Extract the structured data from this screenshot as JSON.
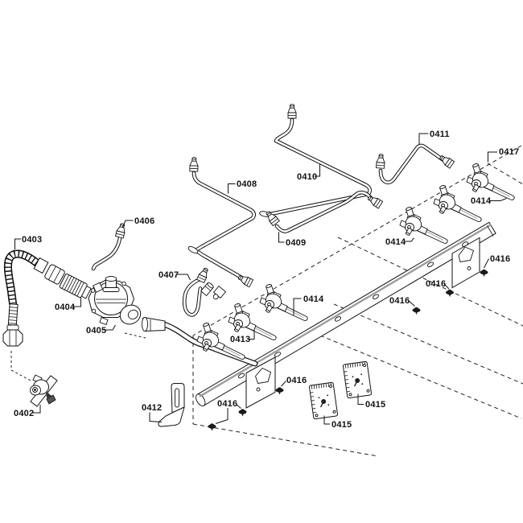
{
  "diagram": {
    "type": "exploded-parts-diagram",
    "subject": "gas cooktop manifold, valves and supply tubes",
    "colors": {
      "background": "#ffffff",
      "line": "#111111",
      "rail_shade": "#9c9c9c"
    },
    "part_labels": [
      {
        "id": "0402",
        "text": "0402"
      },
      {
        "id": "0403",
        "text": "0403"
      },
      {
        "id": "0404",
        "text": "0404"
      },
      {
        "id": "0405",
        "text": "0405"
      },
      {
        "id": "0406",
        "text": "0406"
      },
      {
        "id": "0407",
        "text": "0407"
      },
      {
        "id": "0408",
        "text": "0408"
      },
      {
        "id": "0409",
        "text": "0409"
      },
      {
        "id": "0410",
        "text": "0410"
      },
      {
        "id": "0411",
        "text": "0411"
      },
      {
        "id": "0412",
        "text": "0412"
      },
      {
        "id": "0413",
        "text": "0413"
      },
      {
        "id": "0414-a",
        "text": "0414"
      },
      {
        "id": "0414-b",
        "text": "0414"
      },
      {
        "id": "0414-c",
        "text": "0414"
      },
      {
        "id": "0415-a",
        "text": "0415"
      },
      {
        "id": "0415-b",
        "text": "0415"
      },
      {
        "id": "0416-a",
        "text": "0416"
      },
      {
        "id": "0416-b",
        "text": "0416"
      },
      {
        "id": "0416-c",
        "text": "0416"
      },
      {
        "id": "0416-d",
        "text": "0416"
      },
      {
        "id": "0416-e",
        "text": "0416"
      },
      {
        "id": "0417",
        "text": "0417"
      }
    ]
  }
}
